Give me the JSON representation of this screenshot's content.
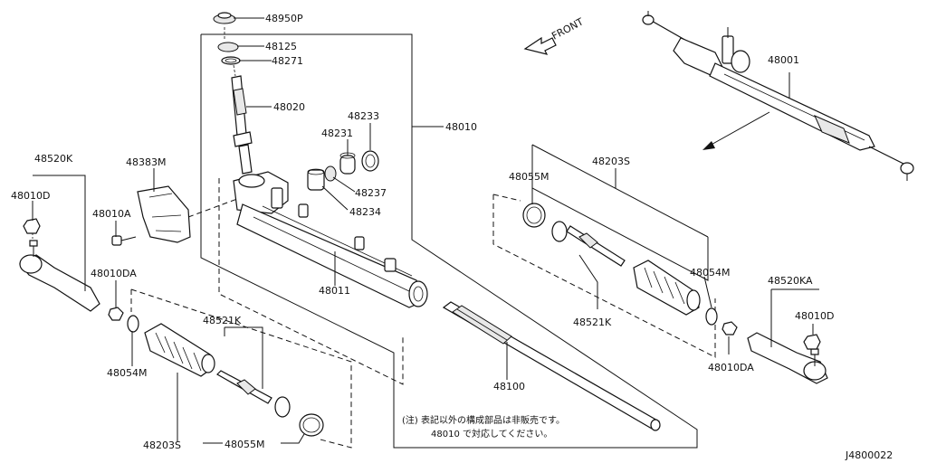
{
  "diagram": {
    "part_labels": {
      "p48950P": "48950P",
      "p48125": "48125",
      "p48271": "48271",
      "p48020": "48020",
      "p48233": "48233",
      "p48231": "48231",
      "p48237": "48237",
      "p48234": "48234",
      "p48010": "48010",
      "p48011": "48011",
      "p48100": "48100",
      "p48383M": "48383M",
      "p48010A": "48010A",
      "p48520K": "48520K",
      "p48010D_left": "48010D",
      "p48010DA_left": "48010DA",
      "p48054M_left": "48054M",
      "p48521K_left": "48521K",
      "p48203S_left": "48203S",
      "p48055M_left": "48055M",
      "p48001": "48001",
      "p48203S_right": "48203S",
      "p48055M_right": "48055M",
      "p48521K_right": "48521K",
      "p48054M_right": "48054M",
      "p48010DA_right": "48010DA",
      "p48520KA": "48520KA",
      "p48010D_right": "48010D"
    },
    "front_label": "FRONT",
    "note_line1": "(注) 表記以外の構成部品は非販売です。",
    "note_line2": "48010 で対応してください。",
    "diagram_code": "J4800022"
  }
}
